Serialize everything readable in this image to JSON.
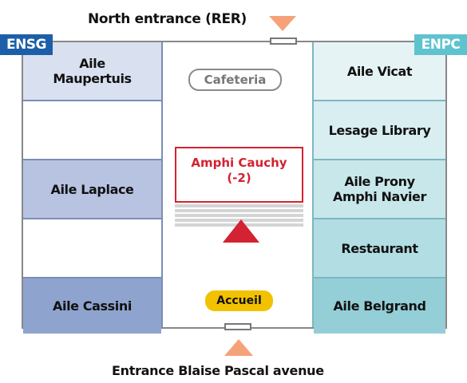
{
  "north_entrance": {
    "label": "North entrance (RER)"
  },
  "south_entrance": {
    "label": "Entrance Blaise Pascal avenue"
  },
  "left_school": {
    "tag": "ENSG",
    "color": "#1c5fa8"
  },
  "right_school": {
    "tag": "ENPC",
    "color": "#5ec3cf"
  },
  "left_wings": [
    {
      "label": "Aile\nMaupertuis",
      "color": "#d9e0f0"
    },
    {
      "label": "",
      "color": "#ffffff"
    },
    {
      "label": "Aile Laplace",
      "color": "#b7c3e1"
    },
    {
      "label": "",
      "color": "#ffffff"
    },
    {
      "label": "Aile Cassini",
      "color": "#8fa3cf"
    }
  ],
  "right_wings": [
    {
      "label": "Aile Vicat",
      "color": "#e6f3f5"
    },
    {
      "label": "Lesage Library",
      "color": "#d8eef1"
    },
    {
      "label": "Aile Prony\nAmphi Navier",
      "color": "#c7e7eb"
    },
    {
      "label": "Restaurant",
      "color": "#b1dde3"
    },
    {
      "label": "Aile Belgrand",
      "color": "#94ced6"
    }
  ],
  "center": {
    "cafeteria": "Cafeteria",
    "amphi": "Amphi Cauchy\n(-2)",
    "accueil": "Accueil"
  },
  "colors": {
    "arrow_orange": "#f5a27a",
    "arrow_red": "#d32231",
    "accueil_yellow": "#f2c200"
  },
  "icons": {
    "north_arrow": "triangle-down",
    "south_arrow": "triangle-up",
    "stairs_arrow": "triangle-up"
  }
}
